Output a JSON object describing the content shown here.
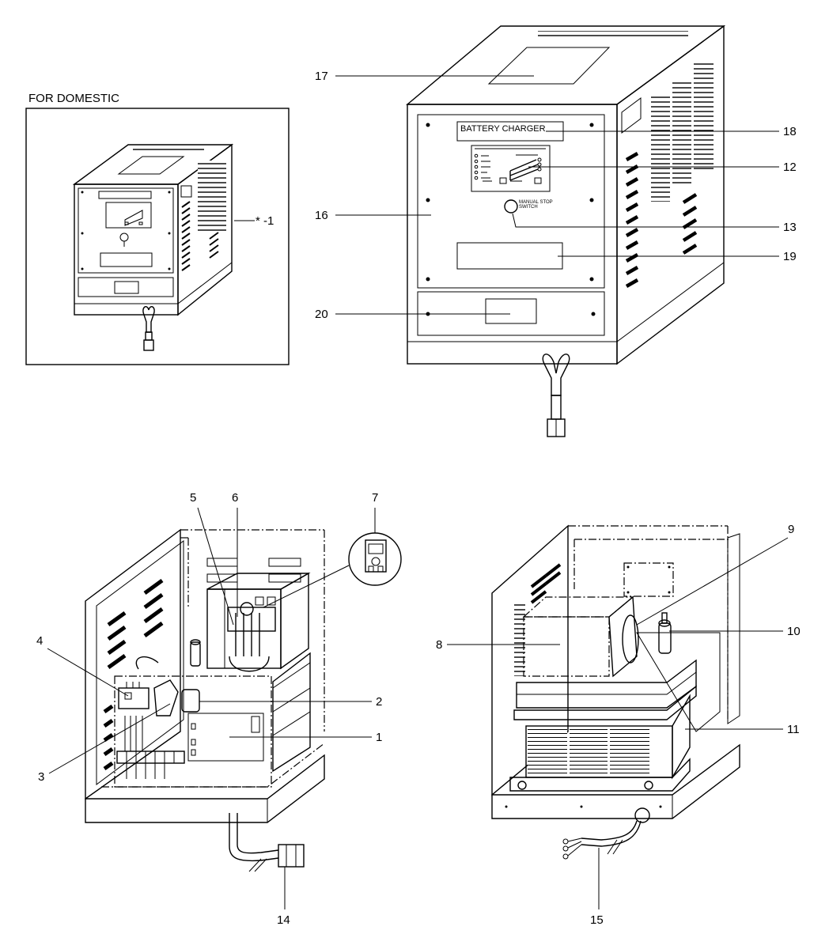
{
  "heading": "FOR DOMESTIC",
  "inset_callout": "* -1",
  "charger_label": "BATTERY CHARGER",
  "switch_label": [
    "MANUAL STOP",
    "SWITCH"
  ],
  "callouts": {
    "c1": "1",
    "c2": "2",
    "c3": "3",
    "c4": "4",
    "c5": "5",
    "c6": "6",
    "c7": "7",
    "c8": "8",
    "c9": "9",
    "c10": "10",
    "c11": "11",
    "c12": "12",
    "c13": "13",
    "c14": "14",
    "c15": "15",
    "c16": "16",
    "c17": "17",
    "c18": "18",
    "c19": "19",
    "c20": "20"
  }
}
